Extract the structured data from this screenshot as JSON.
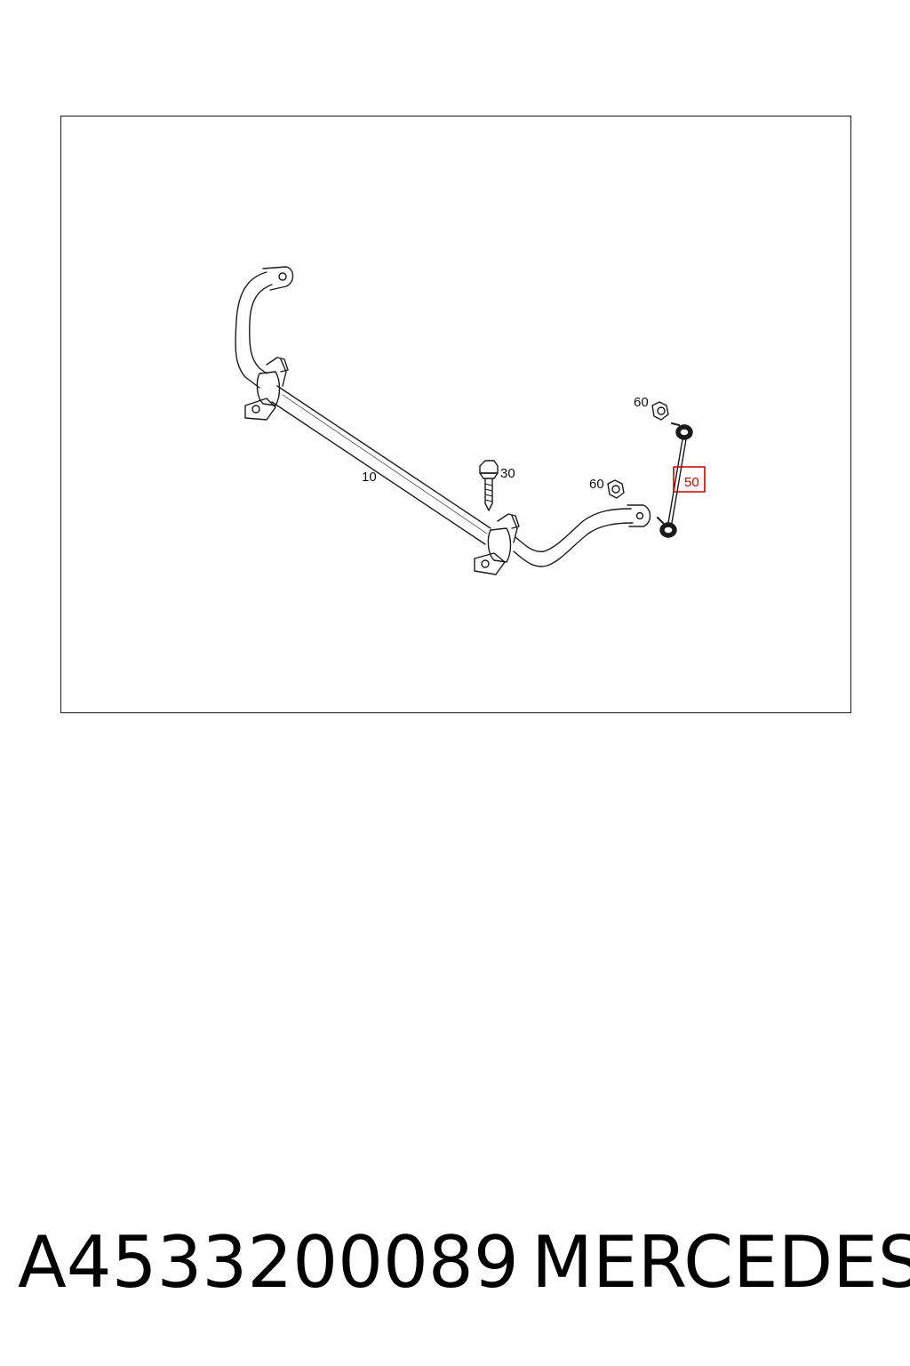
{
  "diagram": {
    "callouts": {
      "stabilizer_bar": "10",
      "bolt": "30",
      "link": "50",
      "nut_upper": "60",
      "nut_lower": "60"
    },
    "highlighted_callout": "50",
    "highlight_color": "#cc0000",
    "line_color": "#1a1a1a"
  },
  "caption": {
    "part_number": "A4533200089",
    "brand": "MERCEDES"
  }
}
